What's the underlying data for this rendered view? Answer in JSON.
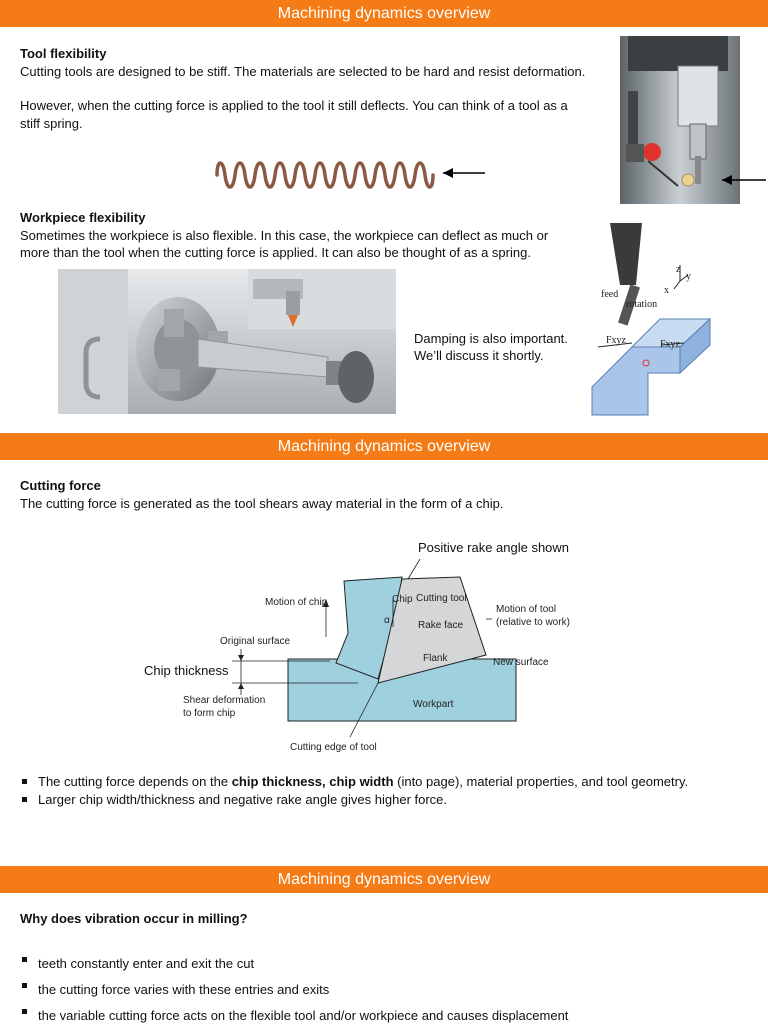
{
  "slides": [
    {
      "title": "Machining dynamics overview",
      "sections": [
        {
          "heading": "Tool flexibility",
          "lines": [
            "Cutting tools are designed to be stiff. The materials are selected to be hard and resist deformation.",
            "However, when the cutting force is applied to the tool it still deflects. You can think of a tool as a",
            "stiff spring."
          ]
        },
        {
          "heading": "Workpiece flexibility",
          "lines": [
            "Sometimes the workpiece is also flexible. In this case, the workpiece can deflect as much or",
            "more than the tool when the cutting force is applied. It can also be thought of as a spring."
          ]
        }
      ],
      "damping_note": [
        "Damping is also important.",
        "We’ll discuss it shortly."
      ],
      "milling_labels": {
        "feed": "feed",
        "rotation": "rotation",
        "force_left": "Fxyz",
        "force_right": "Fxyz",
        "z": "z",
        "y": "y",
        "x": "x"
      }
    },
    {
      "title": "Machining dynamics overview",
      "heading": "Cutting force",
      "intro": "The cutting force is generated as the tool shears away material in the form of a chip.",
      "diagram": {
        "positive_rake": "Positive rake angle shown",
        "chip": "Chip",
        "cutting_tool": "Cutting tool",
        "motion_of_chip": "Motion of chip",
        "motion_of_tool_1": "Motion of tool",
        "motion_of_tool_2": "(relative to work)",
        "alpha": "α",
        "rake_face": "Rake face",
        "original_surface": "Original surface",
        "flank": "Flank",
        "new_surface": "New surface",
        "chip_thickness": "Chip thickness",
        "shear_1": "Shear deformation",
        "shear_2": "to form chip",
        "workpart": "Workpart",
        "cutting_edge": "Cutting edge of tool"
      },
      "bullets": [
        {
          "pre": "The cutting force depends on the ",
          "b1": "chip thickness",
          "mid": ", ",
          "b2": "chip width",
          "post": " (into page), material properties, and tool geometry."
        },
        {
          "pre": "Larger chip width/thickness and negative rake angle gives higher force."
        }
      ]
    },
    {
      "title": "Machining dynamics overview",
      "heading": "Why does vibration occur in milling?",
      "bullets": [
        "teeth constantly enter and exit the cut",
        "the cutting force varies with these entries and exits",
        "the variable cutting force acts on the flexible tool and/or workpiece and causes displacement"
      ]
    }
  ]
}
